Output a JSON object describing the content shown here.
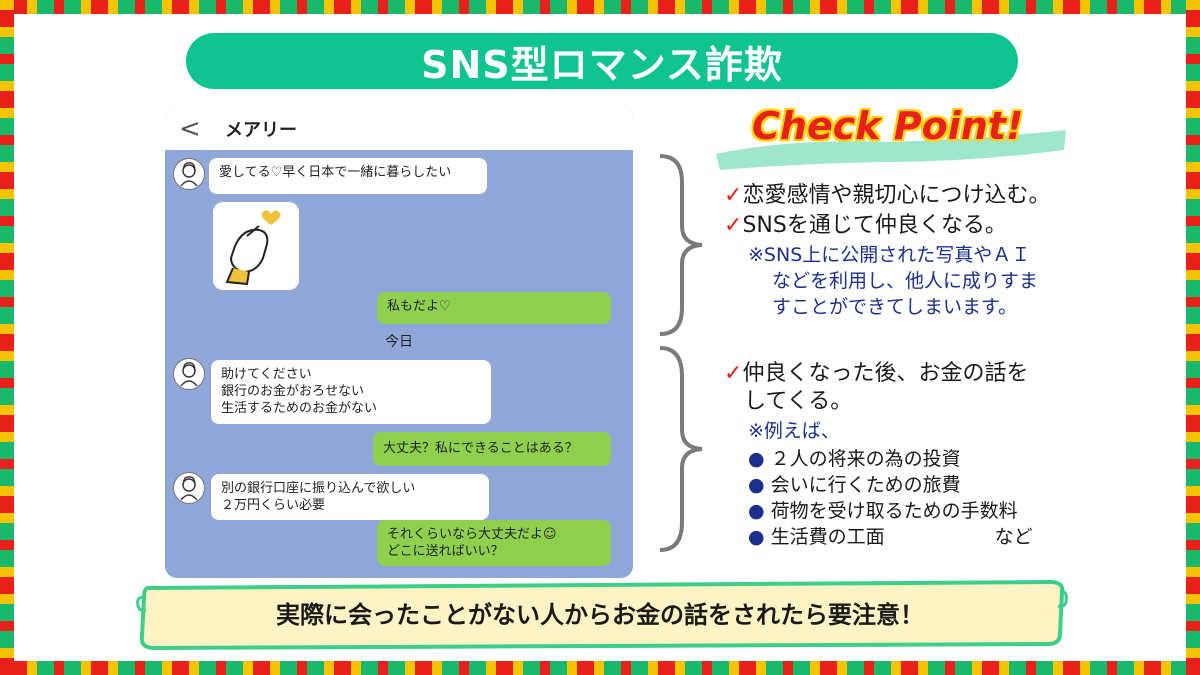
{
  "title": "SNS型ロマンス詐欺",
  "chat": {
    "contact_name": "メアリー",
    "back_glyph": "<",
    "date_separator": "今日",
    "messages": [
      {
        "side": "in",
        "lines": [
          "愛してる♡早く日本で一緒に暮らしたい"
        ]
      },
      {
        "side": "out",
        "lines": [
          "私もだよ♡"
        ]
      },
      {
        "side": "in",
        "lines": [
          "助けてください",
          "銀行のお金がおろせない",
          "生活するためのお金がない"
        ]
      },
      {
        "side": "out",
        "lines": [
          "大丈夫？私にできることはある？"
        ]
      },
      {
        "side": "in",
        "lines": [
          "別の銀行口座に振り込んで欲しい",
          "２万円くらい必要"
        ]
      },
      {
        "side": "out",
        "lines": [
          "それくらいなら大丈夫だよ☺",
          "どこに送ればいい？"
        ]
      }
    ]
  },
  "checkpoint": {
    "logo_text": "Check Point!",
    "check_mark": "✓",
    "points": [
      "恋愛感情や親切心につけ込む。",
      "SNSを通じて仲良くなる。"
    ],
    "note1": [
      "※SNS上に公開された写真やＡＩ",
      "などを利用し、他人に成りすま",
      "すことができてしまいます。"
    ],
    "point3": [
      "仲良くなった後、お金の話を",
      "してくる。"
    ],
    "example_label": "※例えば、",
    "bullet": "●",
    "examples": [
      "２人の将来の為の投資",
      "会いに行くための旅費",
      "荷物を受け取るための手数料",
      "生活費の工面"
    ],
    "examples_suffix": "など"
  },
  "warning": "実際に会ったことがない人からお金の話をされたら要注意！",
  "colors": {
    "title_bg": "#0fc491",
    "chat_bg": "#8fa8d9",
    "bubble_out": "#8fd14f",
    "check_red": "#e8201a",
    "note_blue": "#1c2f8f",
    "scroll_fill": "#fdf3c4",
    "scroll_edge": "#3dcf8a"
  }
}
